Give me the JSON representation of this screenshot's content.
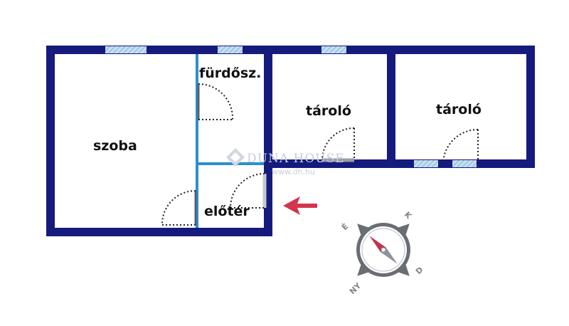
{
  "rooms": {
    "szoba": "szoba",
    "furdo": "fürdősz.",
    "tarolo1": "tároló",
    "tarolo2": "tároló",
    "eloter": "előtér"
  },
  "watermark": {
    "brand": "DUNA HOUSE",
    "url": "www.dh.hu"
  },
  "compass": {
    "north": "É",
    "east": "K",
    "south": "D",
    "west": "NY"
  },
  "colors": {
    "wall": "#151b7c",
    "partition": "#2a8fd0",
    "window": "#a9cde6",
    "entrance_arrow": "#d3354e",
    "needle_north": "#c2334f",
    "compass_ring": "#63666e"
  },
  "icons": {
    "entrance": "entrance-arrow-icon",
    "compass": "compass-icon",
    "watermark_logo": "duna-house-logo-icon"
  }
}
